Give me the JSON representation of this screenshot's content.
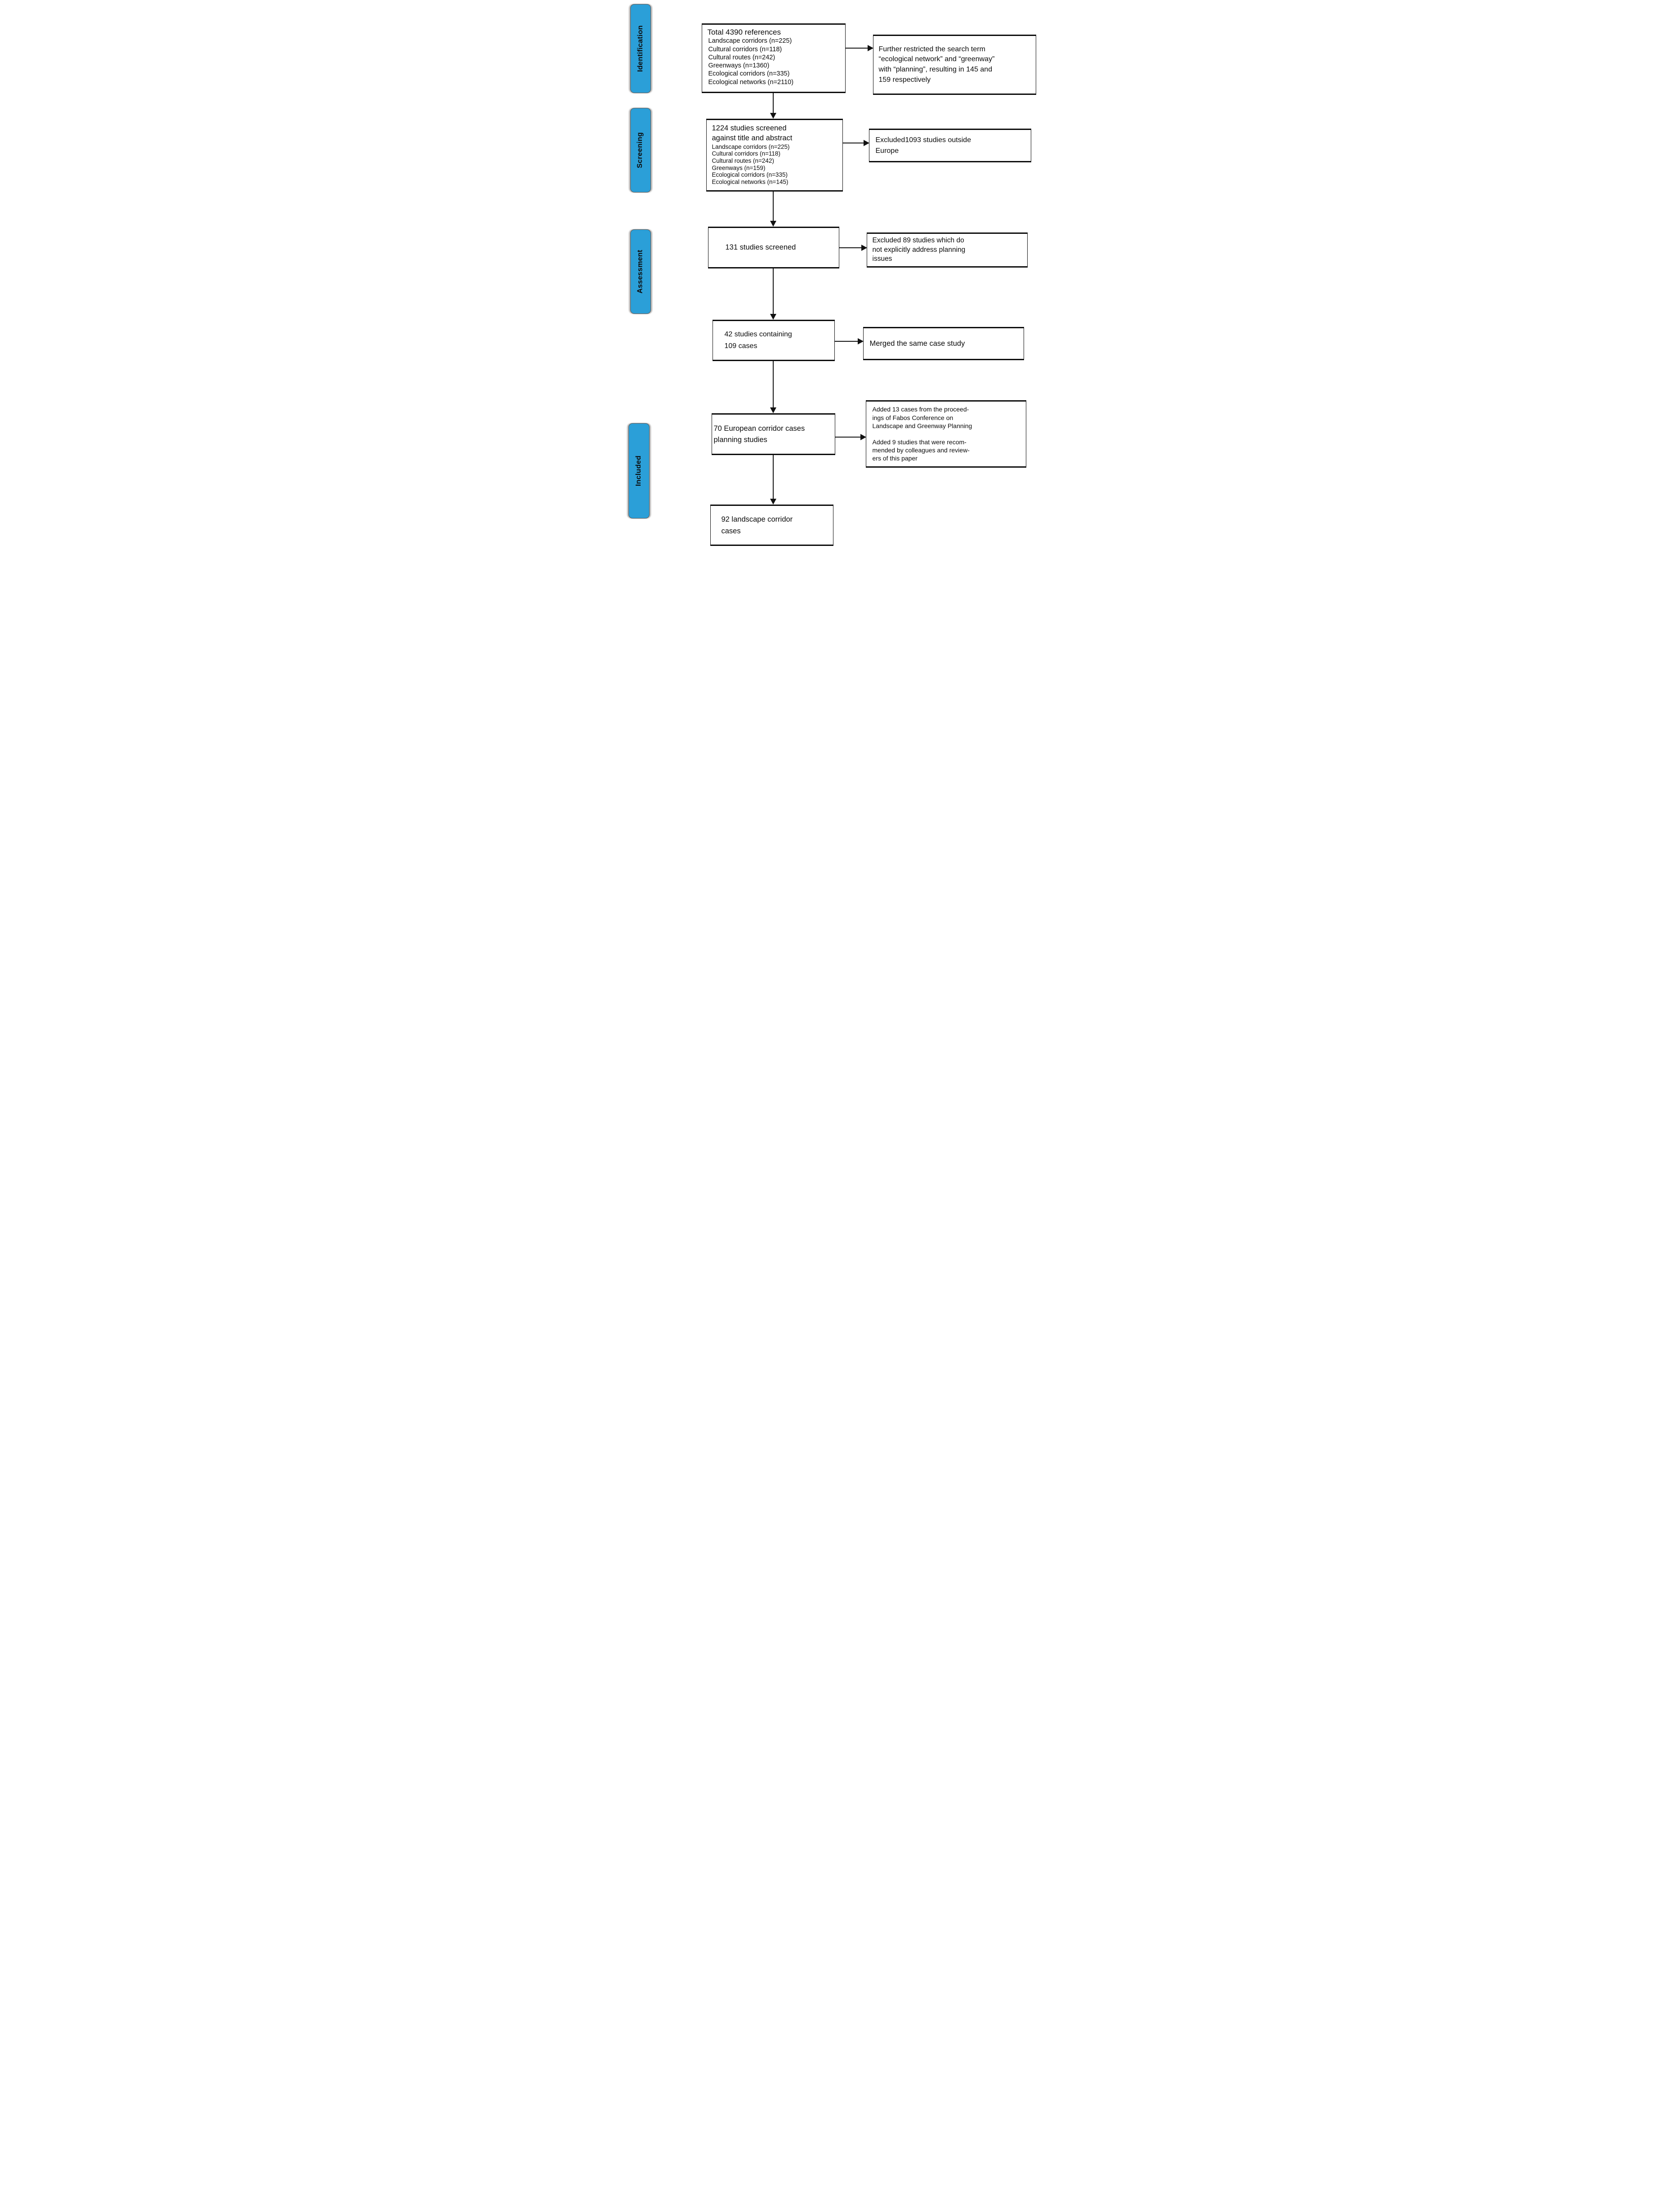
{
  "palette": {
    "stage_fill": "#2b9fd8",
    "line_color": "#111111",
    "box_background": "#ffffff"
  },
  "sidebar": {
    "stages": [
      {
        "label": "Identification"
      },
      {
        "label": "Screening"
      },
      {
        "label": "Assessment"
      },
      {
        "label": "Included"
      }
    ]
  },
  "main_flow": [
    {
      "title": "Total 4390 references",
      "body": "Landscape corridors (n=225)\nCultural corridors (n=118)\nCultural routes (n=242)\nGreenways (n=1360)\nEcological corridors (n=335)\nEcological networks (n=2110)"
    },
    {
      "title": "1224 studies screened\nagainst title and abstract",
      "body": "Landscape corridors (n=225)\nCultural corridors (n=118)\nCultural routes (n=242)\nGreenways (n=159)\nEcological corridors (n=335)\nEcological networks (n=145)"
    },
    {
      "title": "131 studies screened",
      "body": ""
    },
    {
      "title": "42 studies containing\n109 cases",
      "body": ""
    },
    {
      "title": "70 European corridor cases\nplanning studies",
      "body": ""
    },
    {
      "title": "92 landscape corridor\ncases",
      "body": ""
    }
  ],
  "side_notes": [
    {
      "text": "Further restricted the search term\n“ecological network” and “greenway”\nwith “planning”, resulting in 145 and\n159 respectively"
    },
    {
      "text": "Excluded1093 studies outside\nEurope"
    },
    {
      "text": "Excluded 89 studies which do\nnot explicitly address planning\nissues"
    },
    {
      "text": "Merged the same case study"
    },
    {
      "text": "Added 13 cases from the proceed-\nings of Fabos Conference  on\nLandscape and Greenway Planning\n\nAdded 9 studies that were recom-\nmended by colleagues and review-\ners of this paper"
    }
  ]
}
